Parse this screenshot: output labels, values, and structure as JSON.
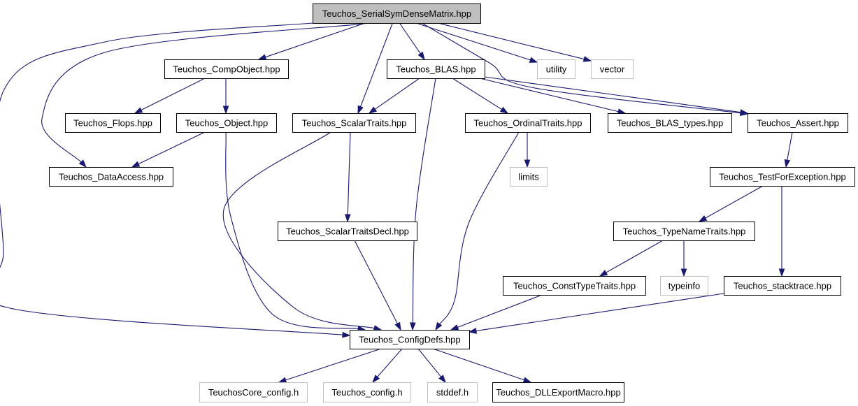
{
  "graph": {
    "colors": {
      "edge": "#191970",
      "root_fill": "#bfbfbf",
      "node_border": "#000000",
      "external_border": "#bfbfbf",
      "node_fill": "#ffffff"
    },
    "nodes": [
      {
        "id": "root",
        "label": "Teuchos_SerialSymDenseMatrix.hpp",
        "kind": "root"
      },
      {
        "id": "compobject",
        "label": "Teuchos_CompObject.hpp",
        "kind": "file"
      },
      {
        "id": "blas",
        "label": "Teuchos_BLAS.hpp",
        "kind": "file"
      },
      {
        "id": "utility",
        "label": "utility",
        "kind": "external"
      },
      {
        "id": "vector",
        "label": "vector",
        "kind": "external"
      },
      {
        "id": "flops",
        "label": "Teuchos_Flops.hpp",
        "kind": "file"
      },
      {
        "id": "object",
        "label": "Teuchos_Object.hpp",
        "kind": "file"
      },
      {
        "id": "scalartraits",
        "label": "Teuchos_ScalarTraits.hpp",
        "kind": "file"
      },
      {
        "id": "ordinaltraits",
        "label": "Teuchos_OrdinalTraits.hpp",
        "kind": "file"
      },
      {
        "id": "blastypes",
        "label": "Teuchos_BLAS_types.hpp",
        "kind": "file"
      },
      {
        "id": "assert",
        "label": "Teuchos_Assert.hpp",
        "kind": "file"
      },
      {
        "id": "dataaccess",
        "label": "Teuchos_DataAccess.hpp",
        "kind": "file"
      },
      {
        "id": "limits",
        "label": "limits",
        "kind": "external"
      },
      {
        "id": "testforexception",
        "label": "Teuchos_TestForException.hpp",
        "kind": "file"
      },
      {
        "id": "scalartraitsdecl",
        "label": "Teuchos_ScalarTraitsDecl.hpp",
        "kind": "file"
      },
      {
        "id": "typenametraits",
        "label": "Teuchos_TypeNameTraits.hpp",
        "kind": "file"
      },
      {
        "id": "consttypetraits",
        "label": "Teuchos_ConstTypeTraits.hpp",
        "kind": "file"
      },
      {
        "id": "typeinfo",
        "label": "typeinfo",
        "kind": "external"
      },
      {
        "id": "stacktrace",
        "label": "Teuchos_stacktrace.hpp",
        "kind": "file"
      },
      {
        "id": "configdefs",
        "label": "Teuchos_ConfigDefs.hpp",
        "kind": "file"
      },
      {
        "id": "corecfg",
        "label": "TeuchosCore_config.h",
        "kind": "external"
      },
      {
        "id": "config",
        "label": "Teuchos_config.h",
        "kind": "external"
      },
      {
        "id": "stddef",
        "label": "stddef.h",
        "kind": "external"
      },
      {
        "id": "dllexport",
        "label": "Teuchos_DLLExportMacro.hpp",
        "kind": "file"
      }
    ],
    "edges": [
      {
        "from": "root",
        "to": "compobject"
      },
      {
        "from": "root",
        "to": "blas"
      },
      {
        "from": "root",
        "to": "utility"
      },
      {
        "from": "root",
        "to": "vector"
      },
      {
        "from": "root",
        "to": "scalartraits"
      },
      {
        "from": "root",
        "to": "assert"
      },
      {
        "from": "root",
        "to": "dataaccess"
      },
      {
        "from": "root",
        "to": "configdefs"
      },
      {
        "from": "compobject",
        "to": "flops"
      },
      {
        "from": "compobject",
        "to": "object"
      },
      {
        "from": "object",
        "to": "dataaccess"
      },
      {
        "from": "object",
        "to": "configdefs"
      },
      {
        "from": "blas",
        "to": "scalartraits"
      },
      {
        "from": "blas",
        "to": "ordinaltraits"
      },
      {
        "from": "blas",
        "to": "blastypes"
      },
      {
        "from": "blas",
        "to": "assert"
      },
      {
        "from": "blas",
        "to": "configdefs"
      },
      {
        "from": "scalartraits",
        "to": "scalartraitsdecl"
      },
      {
        "from": "scalartraits",
        "to": "configdefs"
      },
      {
        "from": "scalartraitsdecl",
        "to": "configdefs"
      },
      {
        "from": "ordinaltraits",
        "to": "limits"
      },
      {
        "from": "ordinaltraits",
        "to": "configdefs"
      },
      {
        "from": "assert",
        "to": "testforexception"
      },
      {
        "from": "testforexception",
        "to": "typenametraits"
      },
      {
        "from": "testforexception",
        "to": "stacktrace"
      },
      {
        "from": "typenametraits",
        "to": "consttypetraits"
      },
      {
        "from": "typenametraits",
        "to": "typeinfo"
      },
      {
        "from": "consttypetraits",
        "to": "configdefs"
      },
      {
        "from": "stacktrace",
        "to": "configdefs"
      },
      {
        "from": "configdefs",
        "to": "corecfg"
      },
      {
        "from": "configdefs",
        "to": "config"
      },
      {
        "from": "configdefs",
        "to": "stddef"
      },
      {
        "from": "configdefs",
        "to": "dllexport"
      }
    ]
  }
}
